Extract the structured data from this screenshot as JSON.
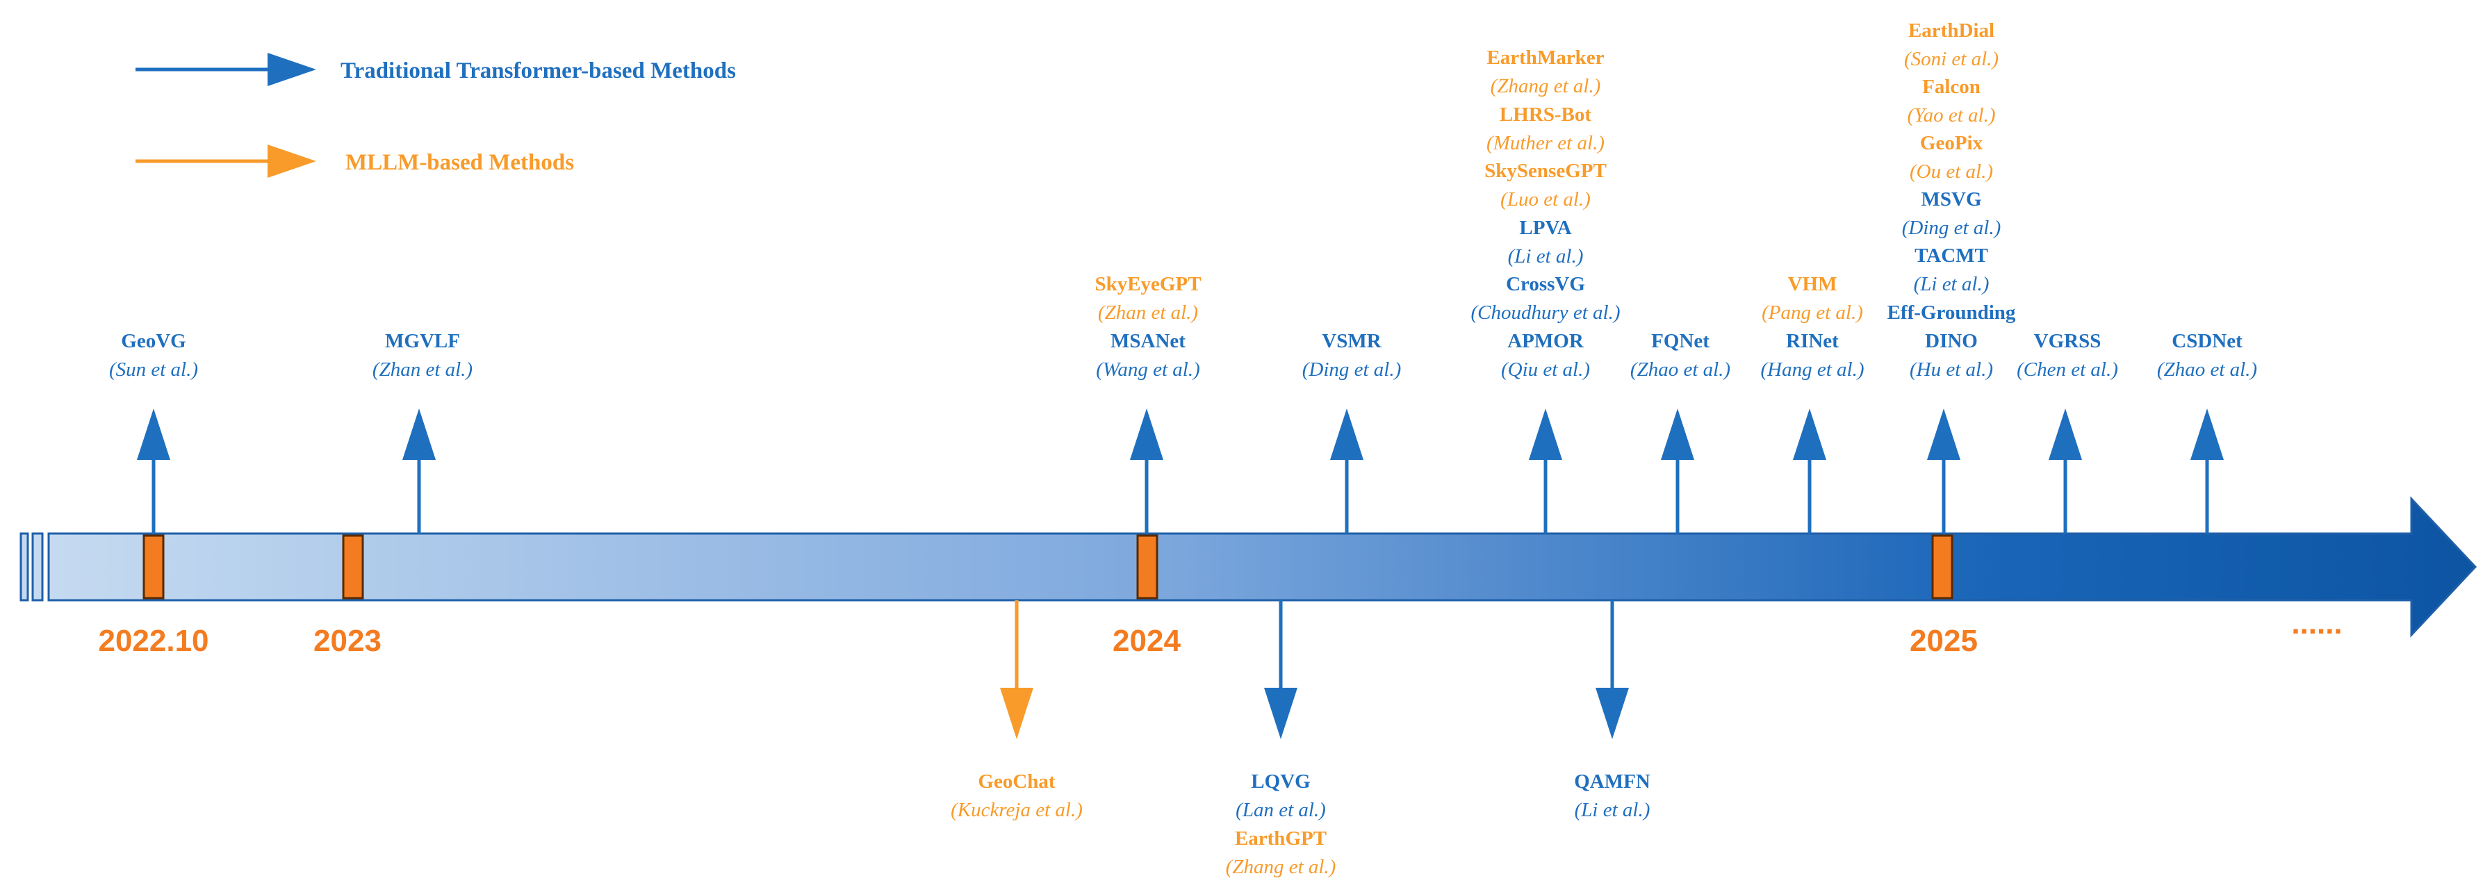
{
  "colors": {
    "blue": "#1f6fbf",
    "orange": "#f89b2a",
    "year": "#f47c20",
    "bar_light": "#c5daf0",
    "bar_dark": "#0d55a3",
    "marker": "#f47c20"
  },
  "legend": {
    "traditional": "Traditional Transformer-based Methods",
    "mllm": "MLLM-based Methods"
  },
  "years": [
    "2022.10",
    "2023",
    "2024",
    "2025"
  ],
  "ellipsis": "......",
  "methods_above": [
    {
      "name": "GeoVG",
      "author": "(Sun et al.)",
      "type": "traditional"
    },
    {
      "name": "MGVLF",
      "author": "(Zhan et al.)",
      "type": "traditional"
    },
    {
      "name": "SkyEyeGPT",
      "author": "(Zhan et al.)",
      "type": "mllm"
    },
    {
      "name": "MSANet",
      "author": "(Wang et al.)",
      "type": "traditional"
    },
    {
      "name": "VSMR",
      "author": "(Ding et al.)",
      "type": "traditional"
    },
    {
      "name": "EarthMarker",
      "author": "(Zhang et al.)",
      "type": "mllm"
    },
    {
      "name": "LHRS-Bot",
      "author": "(Muther et al.)",
      "type": "mllm"
    },
    {
      "name": "SkySenseGPT",
      "author": "(Luo et al.)",
      "type": "mllm"
    },
    {
      "name": "LPVA",
      "author": "(Li et al.)",
      "type": "traditional"
    },
    {
      "name": "CrossVG",
      "author": "(Choudhury et al.)",
      "type": "traditional"
    },
    {
      "name": "APMOR",
      "author": "(Qiu et al.)",
      "type": "traditional"
    },
    {
      "name": "FQNet",
      "author": "(Zhao et al.)",
      "type": "traditional"
    },
    {
      "name": "VHM",
      "author": "(Pang et al.)",
      "type": "mllm"
    },
    {
      "name": "RINet",
      "author": "(Hang et al.)",
      "type": "traditional"
    },
    {
      "name": "EarthDial",
      "author": "(Soni et al.)",
      "type": "mllm"
    },
    {
      "name": "Falcon",
      "author": "(Yao et al.)",
      "type": "mllm"
    },
    {
      "name": "GeoPix",
      "author": "(Ou et al.)",
      "type": "mllm"
    },
    {
      "name": "MSVG",
      "author": "(Ding et al.)",
      "type": "traditional"
    },
    {
      "name": "TACMT",
      "author": "(Li et al.)",
      "type": "traditional"
    },
    {
      "name": "Eff-Grounding",
      "author": "",
      "type": "traditional"
    },
    {
      "name": "DINO",
      "author": "(Hu et al.)",
      "type": "traditional"
    },
    {
      "name": "VGRSS",
      "author": "(Chen et al.)",
      "type": "traditional"
    },
    {
      "name": "CSDNet",
      "author": "(Zhao et al.)",
      "type": "traditional"
    }
  ],
  "methods_below": [
    {
      "name": "GeoChat",
      "author": "(Kuckreja et al.)",
      "type": "mllm"
    },
    {
      "name": "LQVG",
      "author": "(Lan et al.)",
      "type": "traditional"
    },
    {
      "name": "EarthGPT",
      "author": "(Zhang et al.)",
      "type": "mllm"
    },
    {
      "name": "QAMFN",
      "author": "(Li et al.)",
      "type": "traditional"
    }
  ]
}
